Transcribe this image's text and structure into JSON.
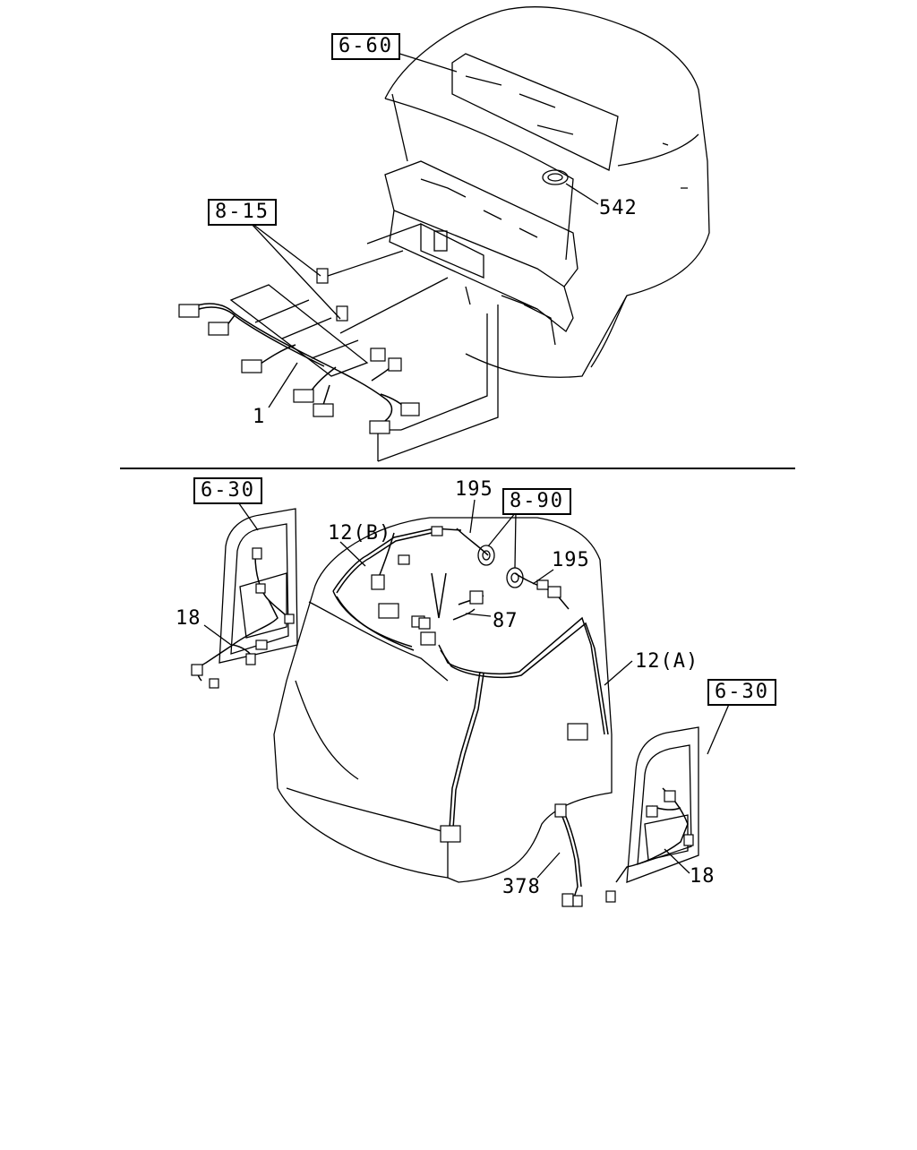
{
  "references": {
    "ref_6_60": "6-60",
    "ref_8_15": "8-15",
    "ref_6_30_left": "6-30",
    "ref_8_90": "8-90",
    "ref_6_30_right": "6-30"
  },
  "part_numbers": {
    "p542": "542",
    "p1": "1",
    "p195_top": "195",
    "p195_right": "195",
    "p12b": "12(B)",
    "p12a": "12(A)",
    "p87": "87",
    "p18_left": "18",
    "p18_right": "18",
    "p378": "378"
  }
}
